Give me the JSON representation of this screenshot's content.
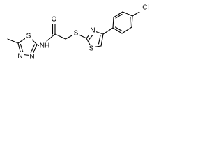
{
  "molecule": {
    "atoms": {
      "cl": "Cl",
      "o": "O",
      "nh": "NH",
      "s_thioether": "S",
      "s_thiazole": "S",
      "n_thiazole": "N",
      "s_thiadiazole": "S",
      "n_thiadiazole_1": "N",
      "n_thiadiazole_2": "N"
    }
  }
}
